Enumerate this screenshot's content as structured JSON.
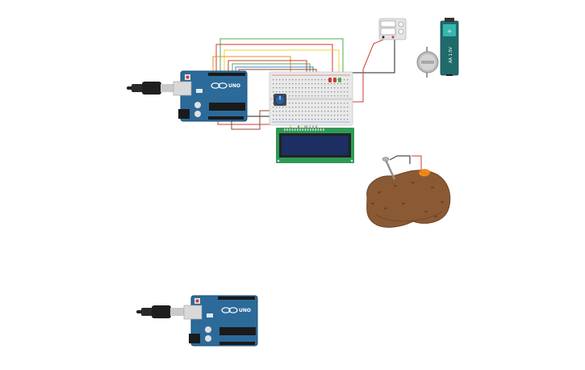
{
  "canvas": {
    "background": "#ffffff"
  },
  "colors": {
    "arduino_board": "#2c6a9a",
    "arduino_dark": "#1d4f77",
    "breadboard": "#e9e9e9",
    "lcd_frame": "#2e9a57",
    "lcd_screen": "#1c2e62",
    "potato": "#8a5a34",
    "battery": "#1f6b6b",
    "wire_red": "#d23a32",
    "wire_green": "#4caf50",
    "wire_orange": "#e6952b",
    "wire_yellow": "#e9d43a",
    "wire_blue": "#4a7fd1",
    "wire_black": "#222222",
    "wire_brown": "#8b4a2b"
  },
  "components": {
    "arduino_main": {
      "name": "UNO",
      "icon": "arduino-uno-icon"
    },
    "arduino_second": {
      "name": "UNO",
      "icon": "arduino-uno-icon"
    },
    "usb_cable_main": {
      "icon": "usb-cable-icon"
    },
    "usb_cable_second": {
      "icon": "usb-cable-icon"
    },
    "breadboard": {
      "icon": "breadboard-icon"
    },
    "potentiometer": {
      "icon": "potentiometer-icon"
    },
    "lcd": {
      "icon": "lcd-16x2-icon"
    },
    "multimeter": {
      "icon": "multimeter-icon"
    },
    "coin_cell": {
      "icon": "coin-cell-battery-icon"
    },
    "aa_battery": {
      "label": "AA 1.5V",
      "icon": "aa-battery-icon"
    },
    "potato": {
      "icon": "potato-icon"
    },
    "nail_electrode": {
      "icon": "nail-electrode-icon"
    },
    "copper_electrode": {
      "icon": "copper-electrode-icon"
    },
    "leds": {
      "icon": "led-icon",
      "colors": [
        "#d23a32",
        "#d23a32",
        "#4caf50"
      ]
    }
  }
}
